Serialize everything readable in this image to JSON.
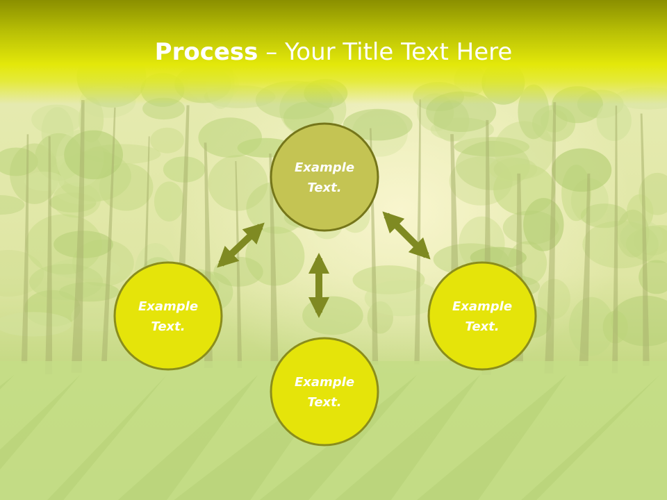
{
  "title": {
    "bold": "Process",
    "separator": " – ",
    "rest": "Your Title Text Here"
  },
  "nodes": [
    {
      "id": "top",
      "line1": "Example",
      "line2": "Text.",
      "fill": "#c4c453"
    },
    {
      "id": "left",
      "line1": "Example",
      "line2": "Text.",
      "fill": "#e5e40a"
    },
    {
      "id": "right",
      "line1": "Example",
      "line2": "Text.",
      "fill": "#e5e40a"
    },
    {
      "id": "bottom",
      "line1": "Example",
      "line2": "Text.",
      "fill": "#e5e40a"
    }
  ],
  "colors": {
    "header": "#b8bf05",
    "node_stroke": "#8a8d1c",
    "arrow": "#7f8a22",
    "text": "#ffffff"
  }
}
